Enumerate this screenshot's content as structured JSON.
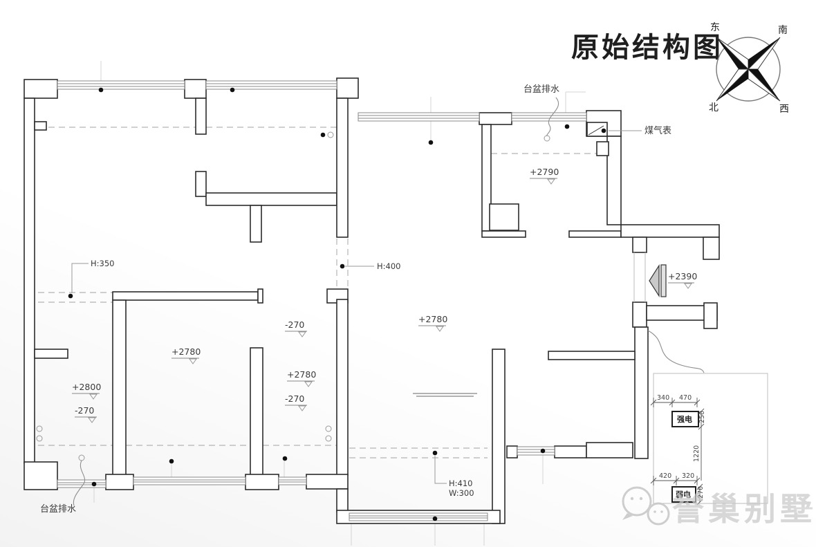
{
  "title": "原始结构图",
  "compass": {
    "east": "东",
    "south": "南",
    "north": "北",
    "west": "西"
  },
  "labels": {
    "basin_drain_top": "台盆排水",
    "gas_meter": "煤气表",
    "basin_drain_bottom": "台盆排水",
    "beam_h350": "H:350",
    "beam_h400": "H:400",
    "beam_h410": "H:410",
    "beam_w300": "W:300"
  },
  "levels": {
    "kitchen": "+2790",
    "entry": "+2390",
    "living": "+2780",
    "bedroom_middle": "+2780",
    "bedroom_left": "+2800",
    "bedroom_left_drop": "-270",
    "bath_drop_top": "-270",
    "bath": "+2780",
    "bath_drop_bottom": "-270"
  },
  "electrical": {
    "strong_box": "强电",
    "weak_box": "弱电",
    "dim_340": "340",
    "dim_470": "470",
    "dim_250": "250",
    "dim_1220": "1220",
    "dim_420": "420",
    "dim_320": "320",
    "dim_270": "270"
  },
  "watermark": {
    "brand": "誉巢别墅装饰"
  },
  "colors": {
    "wall": "#2b2b2b",
    "window": "#8a8a8a",
    "dash": "#b3b3b3",
    "accent_gray": "#9a9a9a",
    "watermark": "#c9c9c9"
  }
}
